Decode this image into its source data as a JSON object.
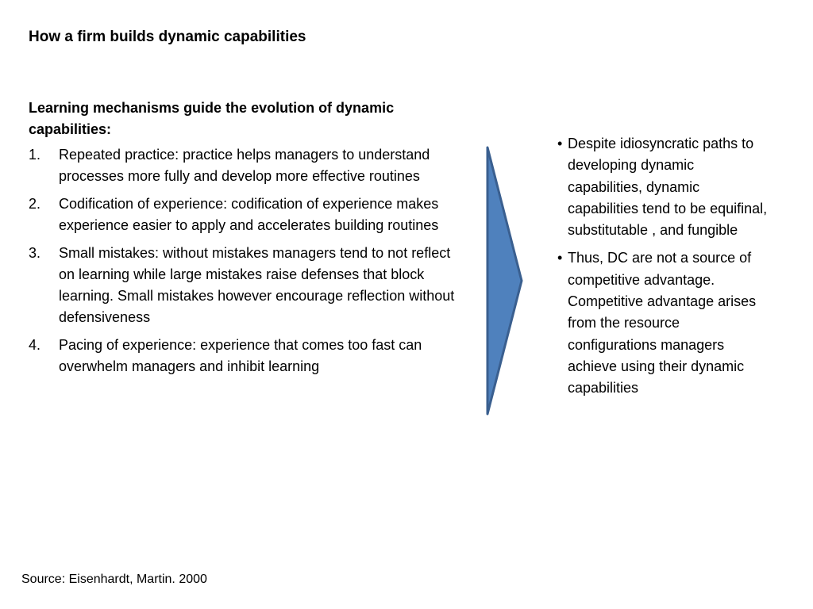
{
  "title": "How a firm builds dynamic capabilities",
  "left": {
    "heading": "Learning mechanisms guide the evolution of dynamic capabilities:",
    "items": [
      {
        "number": "1.",
        "text": "Repeated practice:  practice helps managers to understand processes more fully and develop more effective routines"
      },
      {
        "number": "2.",
        "text": "Codification of experience:  codification of experience makes experience easier to apply and accelerates building routines"
      },
      {
        "number": "3.",
        "text": "Small mistakes:  without mistakes managers tend to not reflect on learning while large mistakes raise defenses that block learning.  Small mistakes however encourage reflection without defensiveness"
      },
      {
        "number": "4.",
        "text": "Pacing of experience:  experience that comes too fast can overwhelm managers and inhibit learning"
      }
    ]
  },
  "arrow": {
    "icon": "chevron-right-arrow-icon",
    "fill": "#4F81BD",
    "stroke": "#3A5F8F"
  },
  "right": {
    "bullet_char": "•",
    "bullets": [
      {
        "text": "Despite idiosyncratic paths to developing dynamic capabilities, dynamic capabilities tend to be equifinal, substitutable , and fungible"
      },
      {
        "text": "Thus, DC are not a source of competitive advantage. Competitive advantage arises from the resource configurations managers achieve using their dynamic capabilities"
      }
    ]
  },
  "source": "Source: Eisenhardt, Martin. 2000"
}
